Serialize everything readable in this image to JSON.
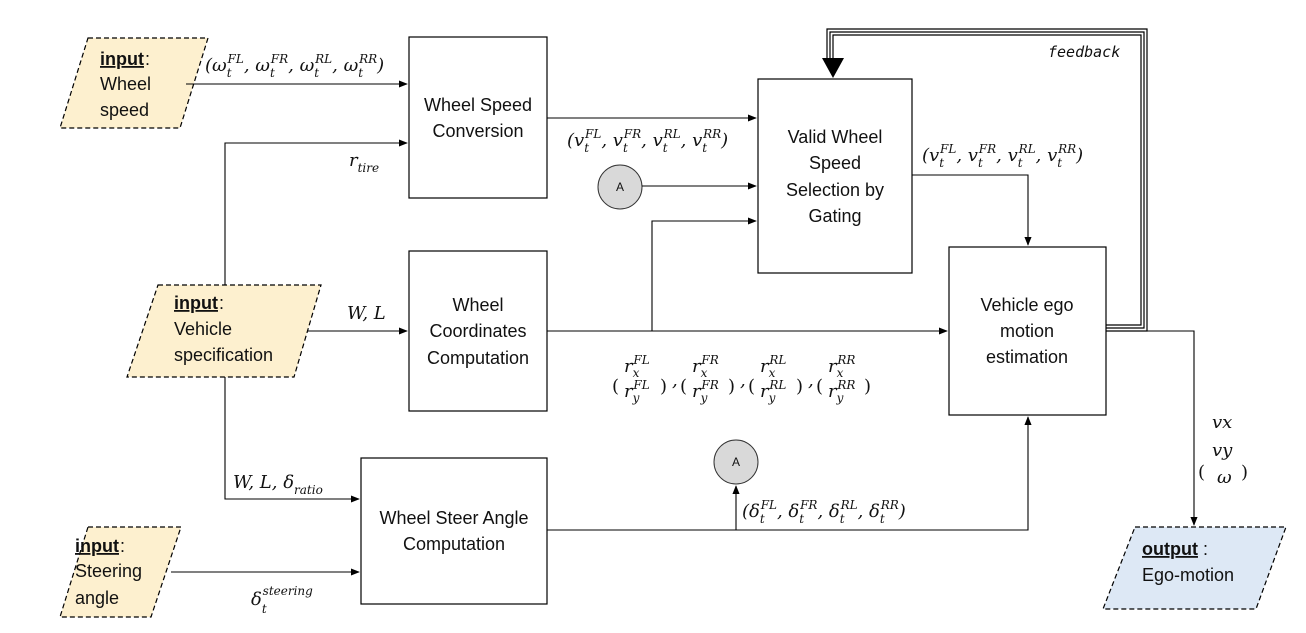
{
  "inputs": {
    "wheel_speed": {
      "heading": "input",
      "line1": "Wheel",
      "line2": "speed"
    },
    "vehicle_spec": {
      "heading": "input",
      "line1": "Vehicle",
      "line2": "specification"
    },
    "steering": {
      "heading": "input",
      "line1": "Steering",
      "line2": "angle"
    }
  },
  "output": {
    "heading": "output",
    "line1": "Ego-motion"
  },
  "blocks": {
    "wheel_speed_conversion": [
      "Wheel Speed",
      "Conversion"
    ],
    "wheel_coordinates": [
      "Wheel",
      "Coordinates",
      "Computation"
    ],
    "wheel_steer": [
      "Wheel Steer Angle",
      "Computation"
    ],
    "valid_selection": [
      "Valid Wheel",
      "Speed",
      "Selection by",
      "Gating"
    ],
    "ego_estimation": [
      "Vehicle ego",
      "motion",
      "estimation"
    ]
  },
  "connectors": {
    "a1": "A",
    "a2": "A"
  },
  "labels": {
    "feedback": "feedback",
    "omega_set": "(ω_t^FL, ω_t^FR, ω_t^RL, ω_t^RR)",
    "v_set_1": "(v_t^FL, v_t^FR, v_t^RL, v_t^RR)",
    "v_set_2": "(v_t^FL, v_t^FR, v_t^RL, v_t^RR)",
    "r_tire": "r_tire",
    "wl": "W, L",
    "wl_delta": "W, L, δ_ratio",
    "delta_steering": "δ_t^steering",
    "delta_set": "(δ_t^FL, δ_t^FR, δ_t^RL, δ_t^RR)",
    "coords": "(r_x^FL r_y^FL), (r_x^FR r_y^FR), (r_x^RL r_y^RL), (r_x^RR r_y^RR)",
    "output_vector": "(vx vy ω)"
  }
}
